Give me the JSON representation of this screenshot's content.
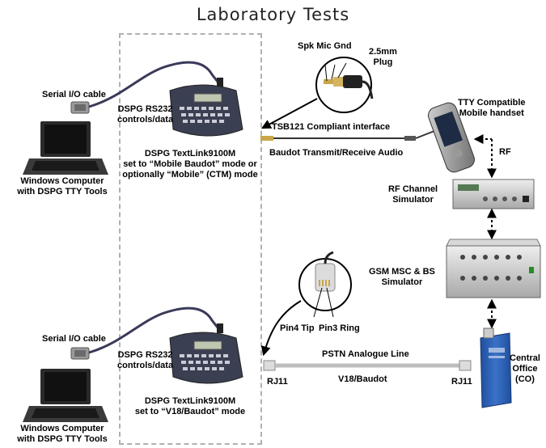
{
  "title": "Laboratory Tests",
  "top_setup": {
    "serial_cable": "Serial I/O cable",
    "rs232": [
      "DSPG RS232",
      "controls/data"
    ],
    "computer": [
      "Windows Computer",
      "with DSPG TTY Tools"
    ],
    "textlink": [
      "DSPG TextLink9100M",
      "set to “Mobile Baudot” mode or",
      "optionally “Mobile” (CTM) mode"
    ],
    "plug_pins": "Spk Mic Gnd",
    "plug_size": [
      "2.5mm",
      "Plug"
    ],
    "tsb": "TSB121 Compliant interface",
    "baudot_audio": "Baudot Transmit/Receive Audio",
    "handset": [
      "TTY Compatible",
      "Mobile handset"
    ],
    "rf": "RF",
    "rf_sim": [
      "RF Channel",
      "Simulator"
    ],
    "gsm": [
      "GSM MSC & BS",
      "Simulator"
    ]
  },
  "bottom_setup": {
    "serial_cable": "Serial I/O cable",
    "rs232": [
      "DSPG RS232",
      "controls/data"
    ],
    "computer": [
      "Windows Computer",
      "with DSPG TTY Tools"
    ],
    "textlink": [
      "DSPG TextLink9100M",
      "set to “V18/Baudot” mode"
    ],
    "pin4": "Pin4 Tip",
    "pin3": "Pin3 Ring",
    "pstn": "PSTN Analogue Line",
    "v18": "V18/Baudot",
    "rj11_left": "RJ11",
    "rj11_right": "RJ11",
    "central": [
      "Central",
      "Office",
      "(CO)"
    ]
  },
  "colors": {
    "dash_box": "#b0b0b0",
    "device_gray": "#c8c8c8",
    "laptop": "#2a2a2a",
    "keyboard": "#3a3f52",
    "co_blue": "#2a5db0"
  }
}
